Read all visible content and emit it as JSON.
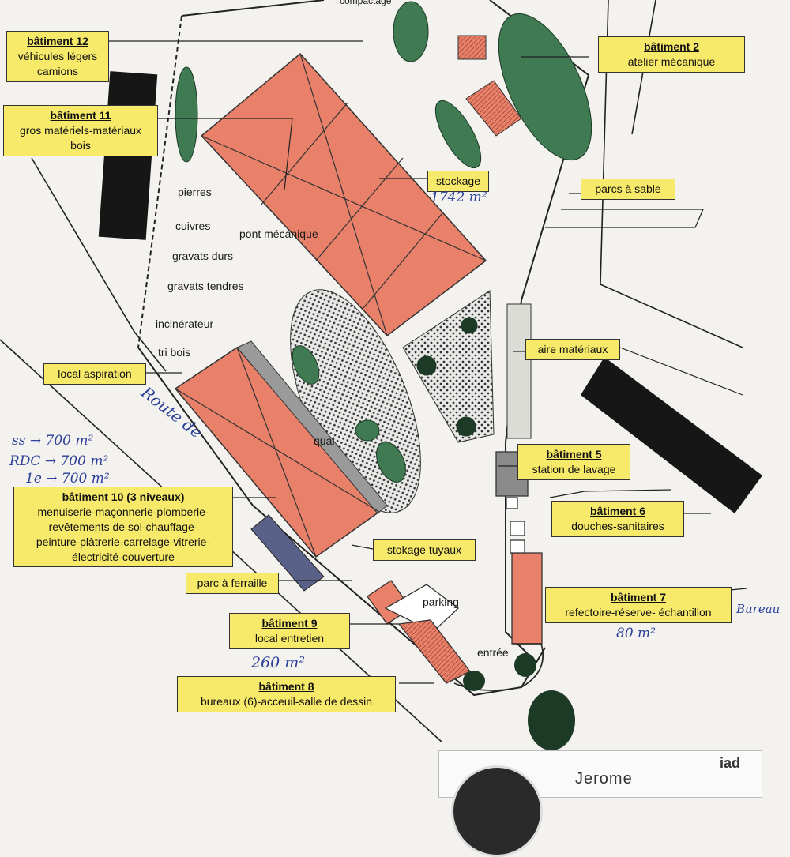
{
  "top_label": "compactage",
  "buildings": {
    "b12": {
      "title": "bâtiment 12",
      "lines": [
        "véhicules légers",
        "camions"
      ]
    },
    "b2": {
      "title": "bâtiment 2",
      "lines": [
        "atelier mécanique"
      ]
    },
    "b11": {
      "title": "bâtiment 11",
      "lines": [
        "gros matériels-matériaux",
        "bois"
      ]
    },
    "b5": {
      "title": "bâtiment 5",
      "lines": [
        "station de lavage"
      ]
    },
    "b6": {
      "title": "bâtiment 6",
      "lines": [
        "douches-sanitaires"
      ]
    },
    "b10": {
      "title": "bâtiment 10 (3 niveaux)",
      "lines": [
        "menuiserie-maçonnerie-plomberie-",
        "revêtements de sol-chauffage-",
        "peinture-plâtrerie-carrelage-vitrerie-",
        "électricité-couverture"
      ]
    },
    "b7": {
      "title": "bâtiment 7",
      "lines": [
        "refectoire-réserve- échantillon"
      ]
    },
    "b9": {
      "title": "bâtiment 9",
      "lines": [
        "local entretien"
      ]
    },
    "b8": {
      "title": "bâtiment 8",
      "lines": [
        "bureaux (6)-acceuil-salle de dessin"
      ]
    }
  },
  "tags": {
    "stockage": "stockage",
    "parcs_sable": "parcs à sable",
    "local_aspiration": "local aspiration",
    "aire_materiaux": "aire matériaux",
    "stokage_tuyaux": "stokage tuyaux",
    "parc_ferraille": "parc à ferraille"
  },
  "labels": {
    "pierres": "pierres",
    "cuivres": "cuivres",
    "pont": "pont mécanique",
    "gravats_durs": "gravats durs",
    "gravats_tendres": "gravats tendres",
    "incinerateur": "incinérateur",
    "tri_bois": "tri bois",
    "quai": "quai",
    "parking": "parking",
    "entree": "entrée"
  },
  "handwritten": {
    "stockage_area": "1742 m²",
    "route": "Route de",
    "level_ss": "ss → 700 m²",
    "level_rdc": "RDC → 700 m²",
    "level_1": "1e → 700 m²",
    "b7_area": "80 m²",
    "b9_area": "260 m²",
    "bureau": "Bureau"
  },
  "agent_card": {
    "name": "Jerome",
    "logo": "iad"
  },
  "colors": {
    "building_fill": "#e9806a",
    "label_fill": "#f7e96a",
    "tree_fill": "#3f7a52",
    "dark_building": "#161616",
    "ink_blue": "#2a3f9a"
  }
}
